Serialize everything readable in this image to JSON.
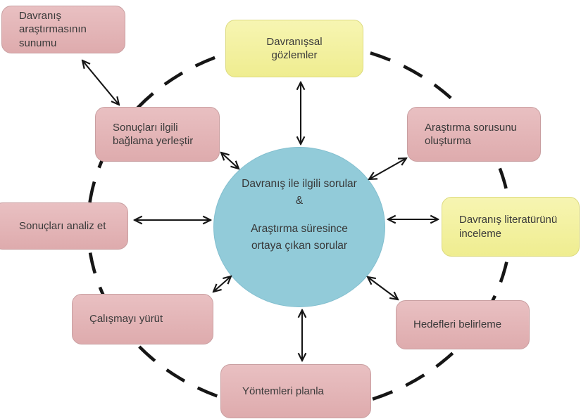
{
  "palette": {
    "pink_node": "#e4b6b8",
    "yellow_node": "#f4f2a2",
    "blue_center": "#92cbd9",
    "line_color": "#1a1a1a",
    "text_color": "#3a3a3a"
  },
  "center_circle": {
    "line1": "Davranış ile ilgili sorular",
    "ampersand": "&",
    "line2": "Araştırma süresince",
    "line3": "ortaya çıkan sorular"
  },
  "boxes": [
    {
      "id": "presentation",
      "label": "Davranış araştırmasının sunumu",
      "color": "pink"
    },
    {
      "id": "behavioral-observations",
      "label": "Davranışsal gözlemler",
      "color": "yellow"
    },
    {
      "id": "research-question",
      "label": "Araştırma sorusunu oluşturma",
      "color": "pink"
    },
    {
      "id": "literature-review",
      "label": "Davranış literatürünü inceleme",
      "color": "yellow"
    },
    {
      "id": "set-goals",
      "label": "Hedefleri belirleme",
      "color": "pink"
    },
    {
      "id": "plan-methods",
      "label": "Yöntemleri planla",
      "color": "pink"
    },
    {
      "id": "conduct-study",
      "label": "Çalışmayı yürüt",
      "color": "pink"
    },
    {
      "id": "analyze-results",
      "label": "Sonuçları analiz et",
      "color": "pink"
    },
    {
      "id": "place-in-context",
      "label": "Sonuçları ilgili bağlama yerleştir",
      "color": "pink"
    }
  ]
}
